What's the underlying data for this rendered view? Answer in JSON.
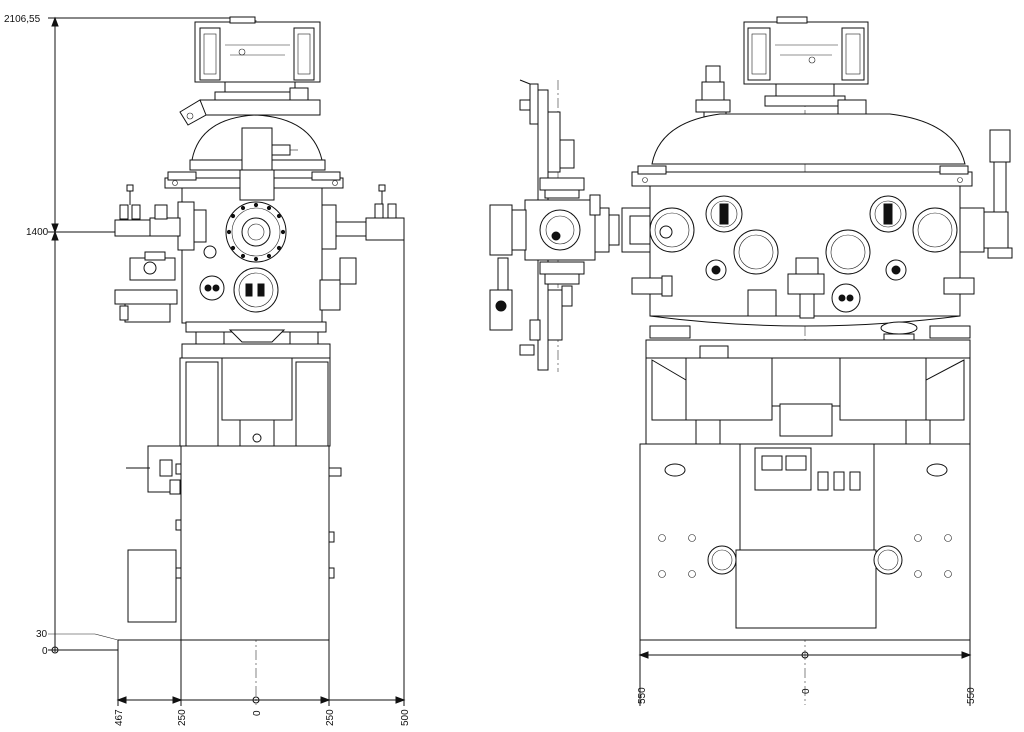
{
  "vertical_dims": {
    "top": "2106,55",
    "mid": "1400",
    "low": "30",
    "base": "0"
  },
  "left_bottom_dims": [
    "467",
    "250",
    "0",
    "250",
    "500"
  ],
  "right_bottom_dims": [
    "550",
    "0",
    "550"
  ],
  "colors": {
    "line": "#111111",
    "background": "#ffffff"
  }
}
